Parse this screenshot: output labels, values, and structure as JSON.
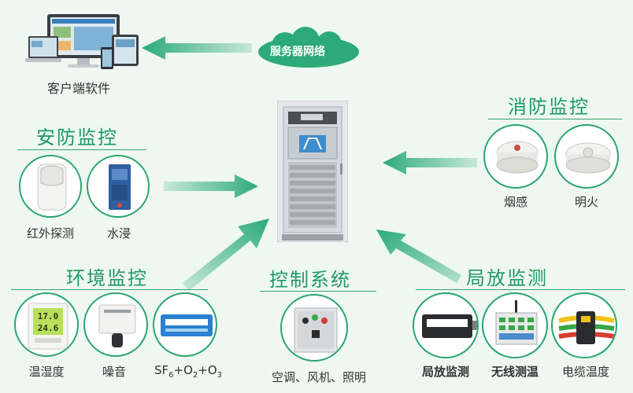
{
  "colors": {
    "accent": "#1f9a63",
    "arrow": "#2cab78",
    "background": "#eef7f1"
  },
  "client": {
    "label": "客户端软件"
  },
  "cloud": {
    "label": "服务器网络"
  },
  "security": {
    "title": "安防监控",
    "items": [
      {
        "label": "红外探测",
        "icon": "infrared-detector-icon"
      },
      {
        "label": "水浸",
        "icon": "water-sensor-icon"
      }
    ]
  },
  "fire": {
    "title": "消防监控",
    "items": [
      {
        "label": "烟感",
        "icon": "smoke-detector-icon"
      },
      {
        "label": "明火",
        "icon": "flame-detector-icon"
      }
    ]
  },
  "environment": {
    "title": "环境监控",
    "items": [
      {
        "label": "温湿度",
        "icon": "thermo-hygrometer-icon"
      },
      {
        "label": "噪音",
        "icon": "noise-sensor-icon"
      }
    ],
    "gas": {
      "sf": "SF",
      "sub6": "6",
      "plus1": "+O",
      "sub2a": "2",
      "plus2": "+O",
      "sub3": "3"
    },
    "display": {
      "temp": "17.0",
      "hum": "24.6"
    }
  },
  "control": {
    "title": "控制系统",
    "items": [
      {
        "label": "空调、风机、照明",
        "icon": "control-box-icon"
      }
    ]
  },
  "partial_discharge": {
    "title": "局放监测",
    "items": [
      {
        "label": "局放监测",
        "icon": "pd-monitor-icon"
      },
      {
        "label": "无线测温",
        "icon": "wireless-temp-icon"
      },
      {
        "label": "电缆温度",
        "icon": "cable-temp-icon"
      }
    ]
  }
}
